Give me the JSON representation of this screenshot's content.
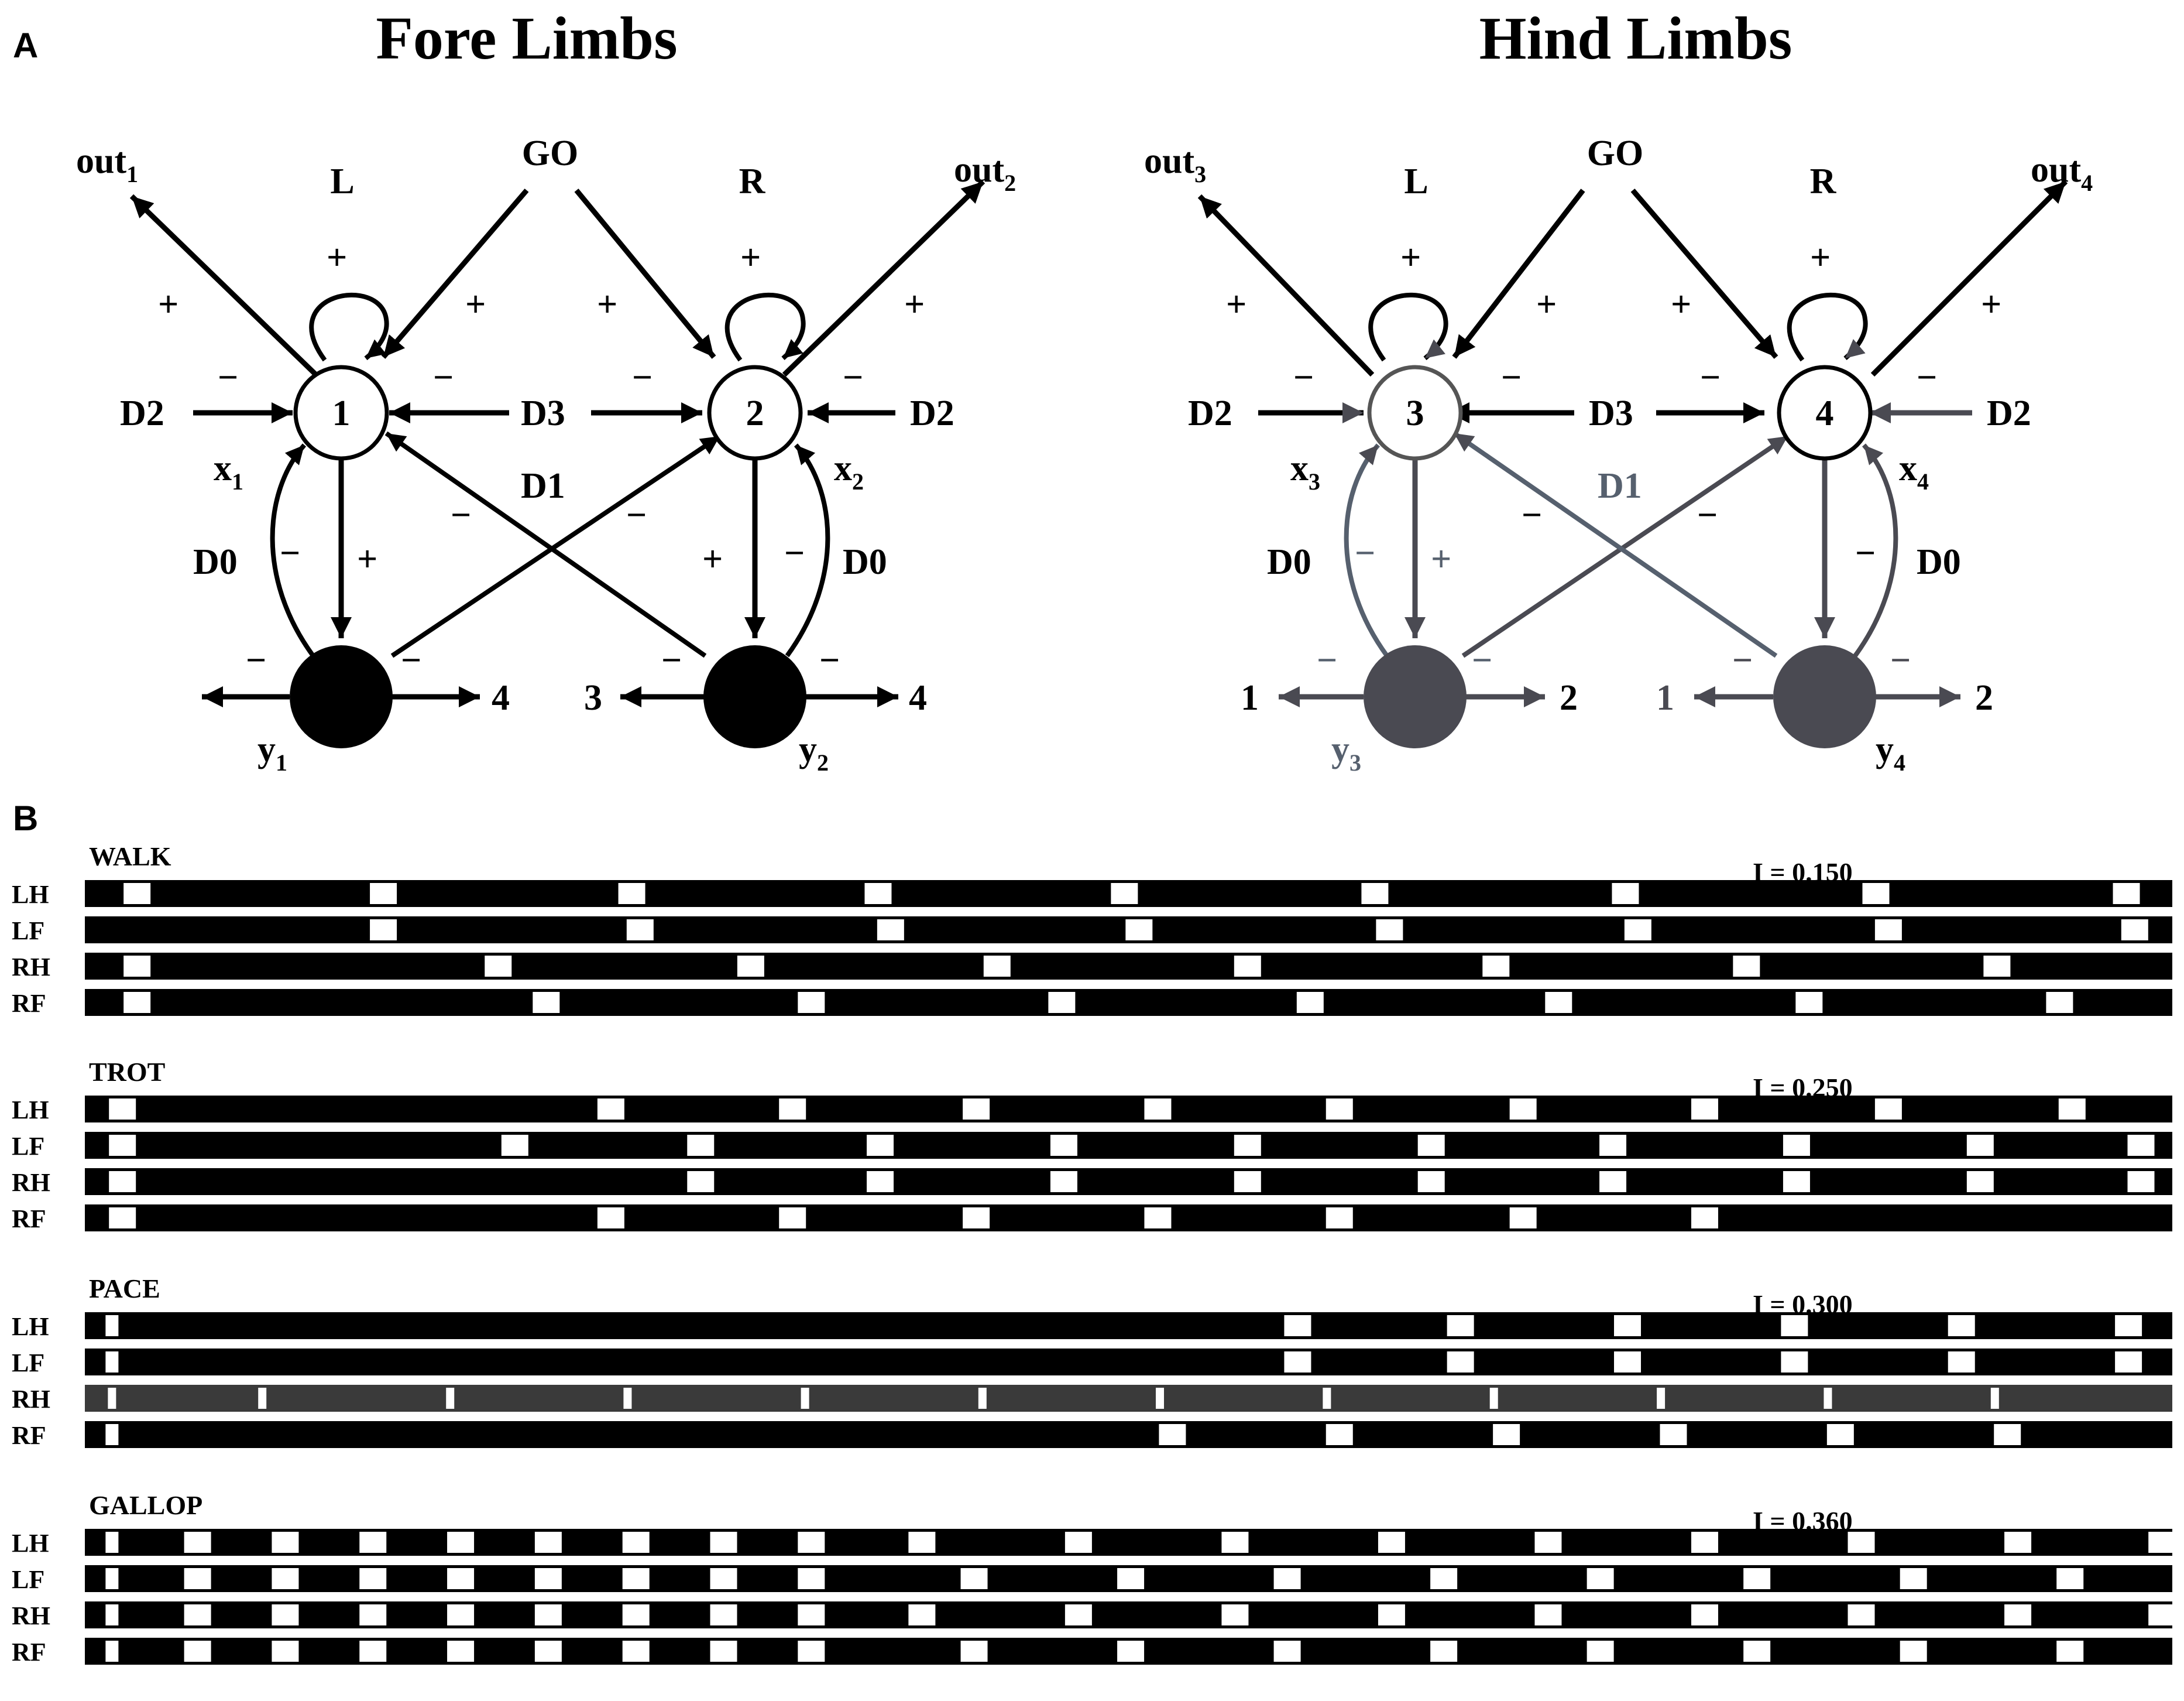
{
  "panel_a": {
    "letter": "A",
    "left": {
      "title": "Fore Limbs",
      "go": "GO",
      "l": "L",
      "r": "R",
      "node_a": "1",
      "node_b": "2",
      "out_a": "out",
      "out_a_sub": "1",
      "out_b": "out",
      "out_b_sub": "2",
      "d2_left": "D2",
      "d3": "D3",
      "d2_right": "D2",
      "d1": "D1",
      "d0_left": "D0",
      "d0_right": "D0",
      "x_a": "x",
      "x_a_sub": "1",
      "x_b": "x",
      "x_b_sub": "2",
      "y_a": "y",
      "y_a_sub": "1",
      "y_b": "y",
      "y_b_sub": "2",
      "target_a_right": "4",
      "target_b_left": "3",
      "target_b_right": "4"
    },
    "right": {
      "title": "Hind Limbs",
      "go": "GO",
      "l": "L",
      "r": "R",
      "node_a": "3",
      "node_b": "4",
      "out_a": "out",
      "out_a_sub": "3",
      "out_b": "out",
      "out_b_sub": "4",
      "d2_left": "D2",
      "d3": "D3",
      "d2_right": "D2",
      "d1": "D1",
      "d0_left": "D0",
      "d0_right": "D0",
      "x_a": "x",
      "x_a_sub": "3",
      "x_b": "x",
      "x_b_sub": "4",
      "y_a": "y",
      "y_a_sub": "3",
      "y_b": "y",
      "y_b_sub": "4",
      "target_a_left": "1",
      "target_a_right": "2",
      "target_b_left": "1",
      "target_b_right": "2"
    },
    "signs": {
      "plus": "+",
      "minus": "−"
    },
    "colors": {
      "fore_inhibitory": "#000000",
      "hind_inhibitory": "#4a4a52",
      "hind_accent": "#56606e"
    }
  },
  "panel_b": {
    "letter": "B",
    "gaits": [
      {
        "name": "WALK",
        "input": "I = 0.150",
        "rows": [
          {
            "label": "LH",
            "marks": [
              0.025,
              0.143,
              0.262,
              0.38,
              0.498,
              0.618,
              0.738,
              0.858,
              0.978
            ]
          },
          {
            "label": "LF",
            "marks": [
              0.143,
              0.266,
              0.386,
              0.505,
              0.625,
              0.744,
              0.864,
              0.982
            ]
          },
          {
            "label": "RH",
            "marks": [
              0.025,
              0.198,
              0.319,
              0.437,
              0.557,
              0.676,
              0.796,
              0.916
            ]
          },
          {
            "label": "RF",
            "marks": [
              0.025,
              0.221,
              0.348,
              0.468,
              0.587,
              0.706,
              0.826,
              0.946
            ]
          }
        ]
      },
      {
        "name": "TROT",
        "input": "I = 0.250",
        "rows": [
          {
            "label": "LH",
            "marks": [
              0.018,
              0.252,
              0.339,
              0.427,
              0.514,
              0.601,
              0.689,
              0.776,
              0.864,
              0.952
            ]
          },
          {
            "label": "LF",
            "marks": [
              0.018,
              0.206,
              0.295,
              0.381,
              0.469,
              0.557,
              0.645,
              0.732,
              0.82,
              0.908,
              0.985
            ]
          },
          {
            "label": "RH",
            "marks": [
              0.018,
              0.295,
              0.381,
              0.469,
              0.557,
              0.645,
              0.732,
              0.82,
              0.908,
              0.985
            ]
          },
          {
            "label": "RF",
            "marks": [
              0.018,
              0.252,
              0.339,
              0.427,
              0.514,
              0.601,
              0.689,
              0.776
            ]
          }
        ]
      },
      {
        "name": "PACE",
        "input": "I = 0.300",
        "rows": [
          {
            "label": "LH",
            "marks": [
              0.013,
              0.581,
              0.659,
              0.739,
              0.819,
              0.899,
              0.979
            ]
          },
          {
            "label": "LF",
            "marks": [
              0.013,
              0.581,
              0.659,
              0.739,
              0.819,
              0.899,
              0.979
            ]
          },
          {
            "label": "RH",
            "marks": [
              0.013,
              0.085,
              0.175,
              0.26,
              0.345,
              0.43,
              0.515,
              0.595,
              0.675,
              0.755,
              0.835,
              0.915
            ]
          },
          {
            "label": "RF",
            "marks": [
              0.013,
              0.521,
              0.601,
              0.681,
              0.761,
              0.841,
              0.921
            ]
          }
        ]
      },
      {
        "name": "GALLOP",
        "input": "I = 0.360",
        "rows": [
          {
            "label": "LH",
            "marks": [
              0.013,
              0.054,
              0.096,
              0.138,
              0.18,
              0.222,
              0.264,
              0.306,
              0.348,
              0.401,
              0.476,
              0.551,
              0.626,
              0.701,
              0.776,
              0.851,
              0.926,
              0.995
            ]
          },
          {
            "label": "LF",
            "marks": [
              0.013,
              0.054,
              0.096,
              0.138,
              0.18,
              0.222,
              0.264,
              0.306,
              0.348,
              0.426,
              0.501,
              0.576,
              0.651,
              0.726,
              0.801,
              0.876,
              0.951
            ]
          },
          {
            "label": "RH",
            "marks": [
              0.013,
              0.054,
              0.096,
              0.138,
              0.18,
              0.222,
              0.264,
              0.306,
              0.348,
              0.401,
              0.476,
              0.551,
              0.626,
              0.701,
              0.776,
              0.851,
              0.926,
              0.995
            ]
          },
          {
            "label": "RF",
            "marks": [
              0.013,
              0.054,
              0.096,
              0.138,
              0.18,
              0.222,
              0.264,
              0.306,
              0.348,
              0.426,
              0.501,
              0.576,
              0.651,
              0.726,
              0.801,
              0.876,
              0.951
            ]
          }
        ]
      }
    ]
  }
}
